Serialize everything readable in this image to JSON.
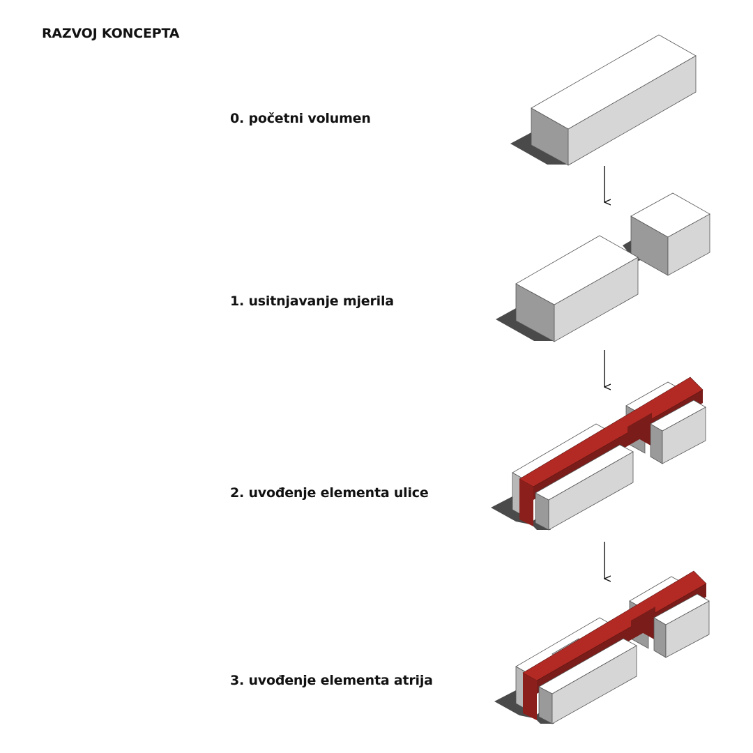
{
  "title": "RAZVOJ KONCEPTA",
  "steps": [
    {
      "label": "0. početni volumen"
    },
    {
      "label": "1. usitnjavanje mjerila"
    },
    {
      "label": "2. uvođenje elementa ulice"
    },
    {
      "label": "3. uvođenje elementa atrija"
    }
  ],
  "colors": {
    "top": "#ffffff",
    "face_light": "#d6d6d6",
    "face_dark": "#9a9a9a",
    "shadow": "#4a4a4a",
    "accent": "#b32a24",
    "accent_dark": "#7a1c19"
  }
}
